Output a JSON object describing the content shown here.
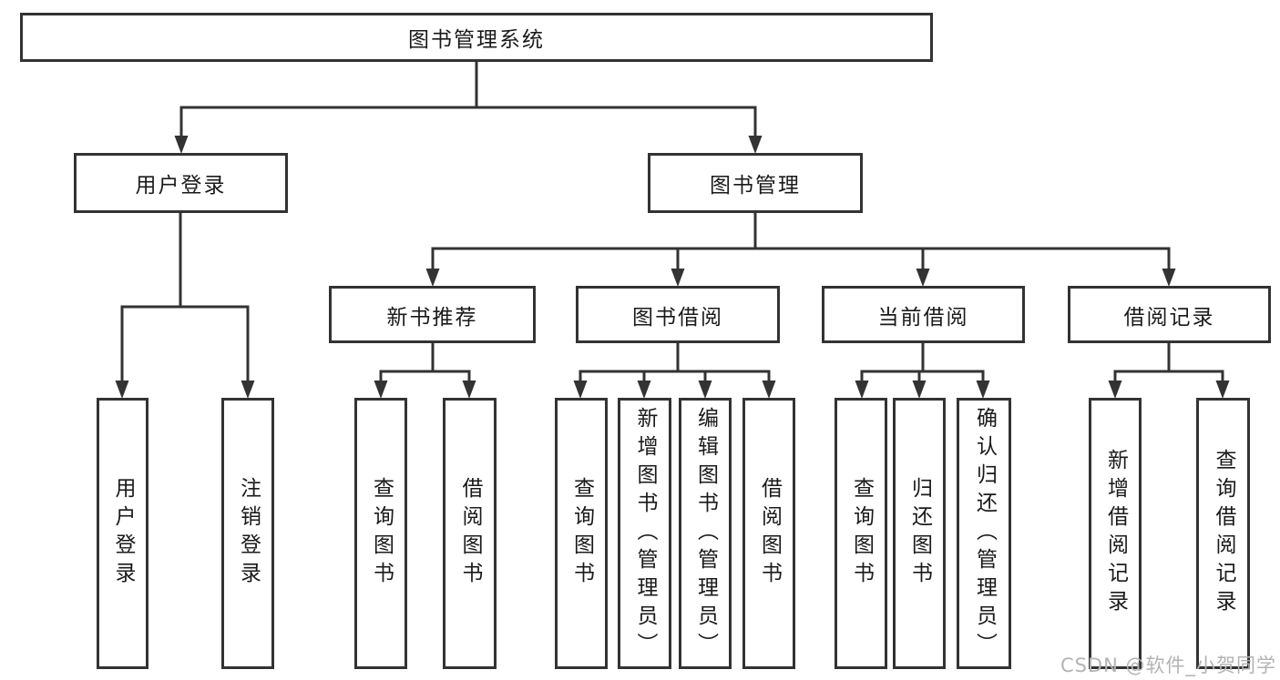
{
  "diagram": {
    "root_label": "图书管理系统",
    "level2": [
      {
        "label": "用户登录"
      },
      {
        "label": "图书管理"
      }
    ],
    "level3": [
      {
        "label": "新书推荐"
      },
      {
        "label": "图书借阅"
      },
      {
        "label": "当前借阅"
      },
      {
        "label": "借阅记录"
      }
    ],
    "leaves": [
      {
        "label": "用户登录"
      },
      {
        "label": "注销登录"
      },
      {
        "label": "查询图书"
      },
      {
        "label": "借阅图书"
      },
      {
        "label": "查询图书"
      },
      {
        "label": "新增图书（管理员）"
      },
      {
        "label": "编辑图书（管理员）"
      },
      {
        "label": "借阅图书"
      },
      {
        "label": "查询图书"
      },
      {
        "label": "归还图书"
      },
      {
        "label": "确认归还（管理员）"
      },
      {
        "label": "新增借阅记录"
      },
      {
        "label": "查询借阅记录"
      }
    ]
  },
  "watermark": "CSDN @软件_小贺同学",
  "colors": {
    "line": "#333333",
    "box_border": "#333333",
    "text": "#1a1a1a",
    "watermark": "#b3b3b3",
    "background": "#ffffff"
  }
}
